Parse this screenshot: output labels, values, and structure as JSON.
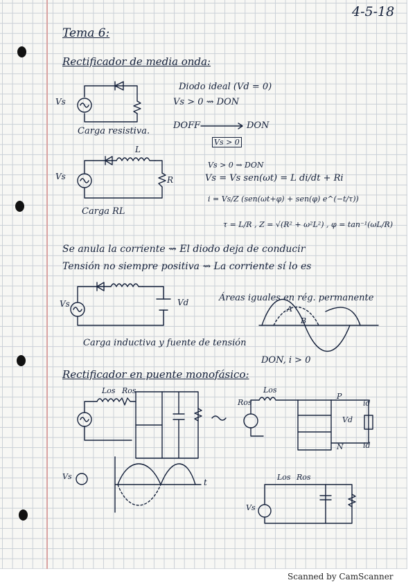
{
  "date": "4-5-18",
  "topic": "Tema 6:",
  "sections": {
    "half_wave_title": "Rectificador de media onda:",
    "bridge_title": "Rectificador en puente monofásico:"
  },
  "circuit_labels": {
    "resistive_load": "Carga resistiva.",
    "rl_load": "Carga RL",
    "inductive_source_load": "Carga inductiva y fuente de tensión",
    "inductor_L": "L",
    "resistor_R": "R",
    "source_vs": "Vs",
    "ideal_diode": "Diodo ideal (Vd = 0)",
    "diode_on_condition": "Vs > 0 ⇝ DON",
    "doff_label": "DOFF",
    "don_label": "DON",
    "vs_condition_box": "Vs > 0",
    "don_again": "Vs > 0 ⇝ DON",
    "diff_equation": "Vs = Vs sen(ωt) = L di/dt + Ri",
    "current_solution": "i = Vs/Z (sen(ωt+φ) + sen(φ) e^(−t/τ))",
    "tau_z_phi": "τ = L/R , Z = √(R² + ω²L²) , φ = tan⁻¹(ωL/R)",
    "equal_areas": "Áreas iguales en rég. permanente",
    "don_i_positive": "DON, i > 0",
    "wave_A": "A",
    "wave_B": "B",
    "vd_label": "Vd",
    "los_label": "Los",
    "ros_label": "Ros",
    "p_label": "P",
    "n_label": "N",
    "id_label": "id",
    "vd2_label": "Vd",
    "t_label": "t"
  },
  "sentences": {
    "line1": "Se anula la corriente ⇝ El diodo deja de conducir",
    "line2": "Tensión no siempre positiva ⇝ La corriente sí lo es"
  },
  "footer": "Scanned by CamScanner"
}
